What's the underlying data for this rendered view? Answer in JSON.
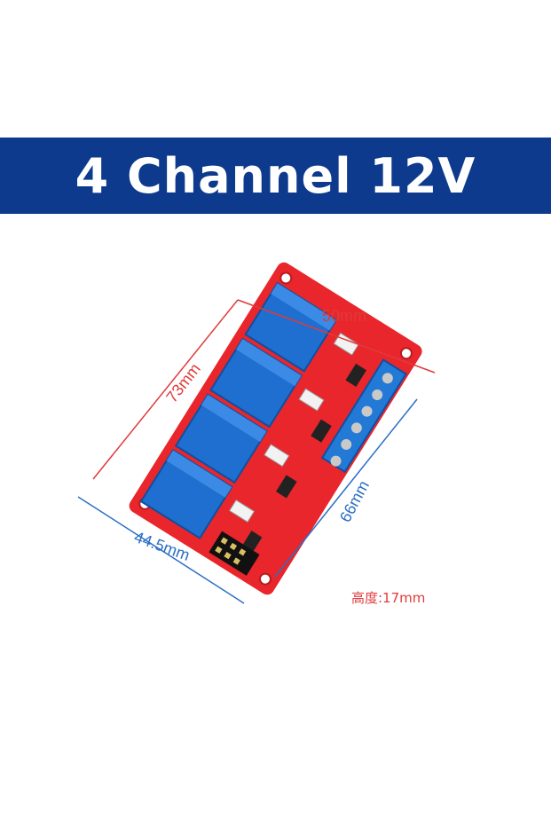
{
  "banner": {
    "title": "4 Channel 12V",
    "color": "#0d3a8c"
  },
  "dimensions": {
    "length": "73mm",
    "width_top": "50mm",
    "width_bottom": "44.5mm",
    "length_side": "66mm",
    "height": "高度:17mm"
  },
  "colors": {
    "pcb": "#e8262b",
    "relay": "#1e6fd0",
    "dim_red": "#e03a3a",
    "dim_blue": "#2c6fc4"
  }
}
